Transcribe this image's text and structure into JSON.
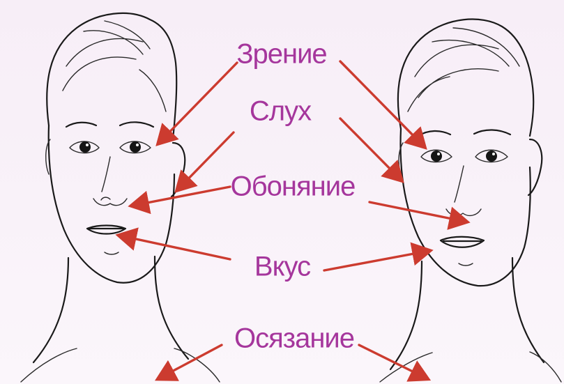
{
  "labels": [
    {
      "id": "vision",
      "text": "Зрение"
    },
    {
      "id": "hearing",
      "text": "Слух"
    },
    {
      "id": "smell",
      "text": "Обоняние"
    },
    {
      "id": "taste",
      "text": "Вкус"
    },
    {
      "id": "touch",
      "text": "Осязание"
    }
  ],
  "colors": {
    "label": "#a5369c",
    "arrow": "#cc3b2f",
    "line": "#1a1a1a"
  }
}
